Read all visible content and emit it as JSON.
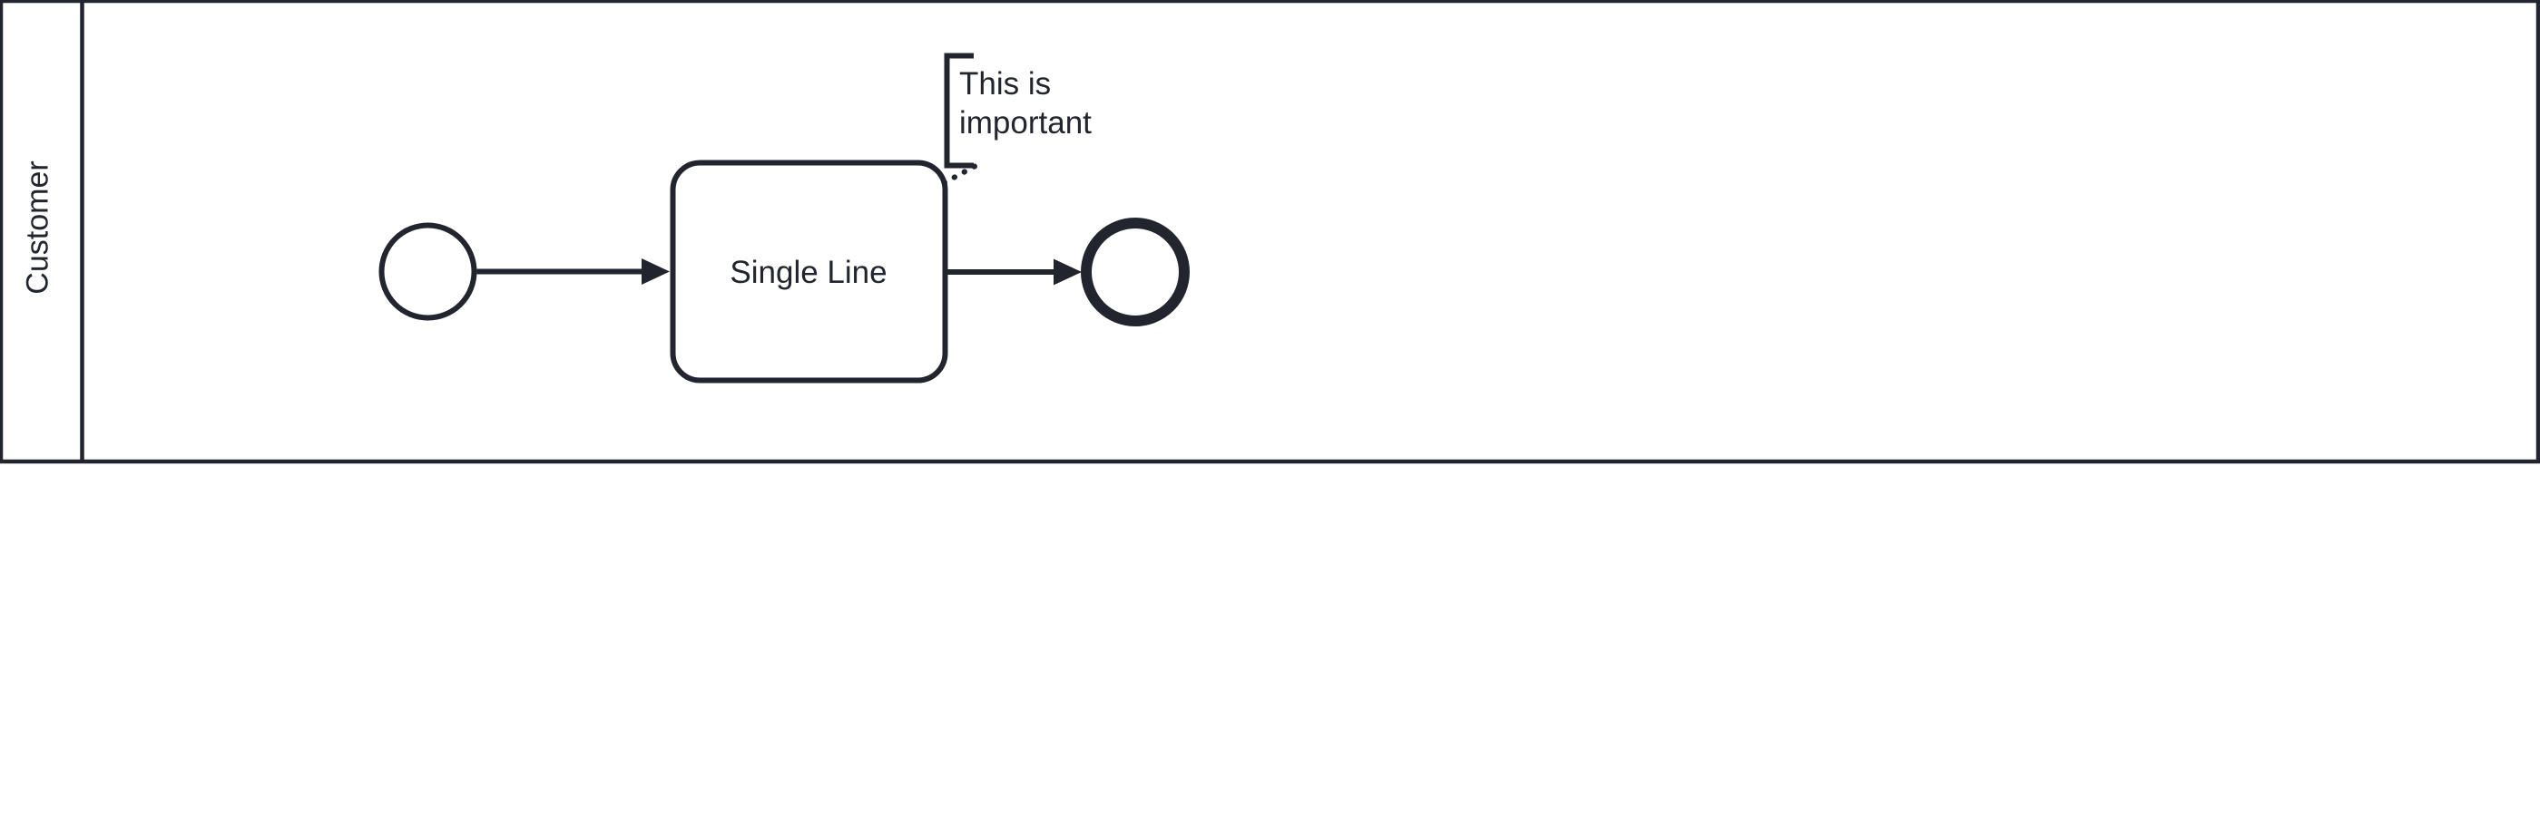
{
  "diagram": {
    "type": "bpmn-process",
    "pool": {
      "label": "Customer"
    },
    "nodes": [
      {
        "id": "start-event",
        "kind": "start-event",
        "label": ""
      },
      {
        "id": "task",
        "kind": "task",
        "label": "Single Line"
      },
      {
        "id": "end-event",
        "kind": "end-event",
        "label": ""
      },
      {
        "id": "annotation",
        "kind": "text-annotation",
        "text": "This is important"
      }
    ],
    "edges": [
      {
        "id": "flow-1",
        "kind": "sequence-flow",
        "from": "start-event",
        "to": "task"
      },
      {
        "id": "flow-2",
        "kind": "sequence-flow",
        "from": "task",
        "to": "end-event"
      },
      {
        "id": "association-1",
        "kind": "association",
        "from": "annotation",
        "to": "task"
      }
    ],
    "colors": {
      "stroke": "#22252e",
      "text": "#22252e",
      "background": "#ffffff"
    }
  },
  "labels": {
    "pool": "Customer",
    "task": "Single Line",
    "annotation": "This is important"
  }
}
